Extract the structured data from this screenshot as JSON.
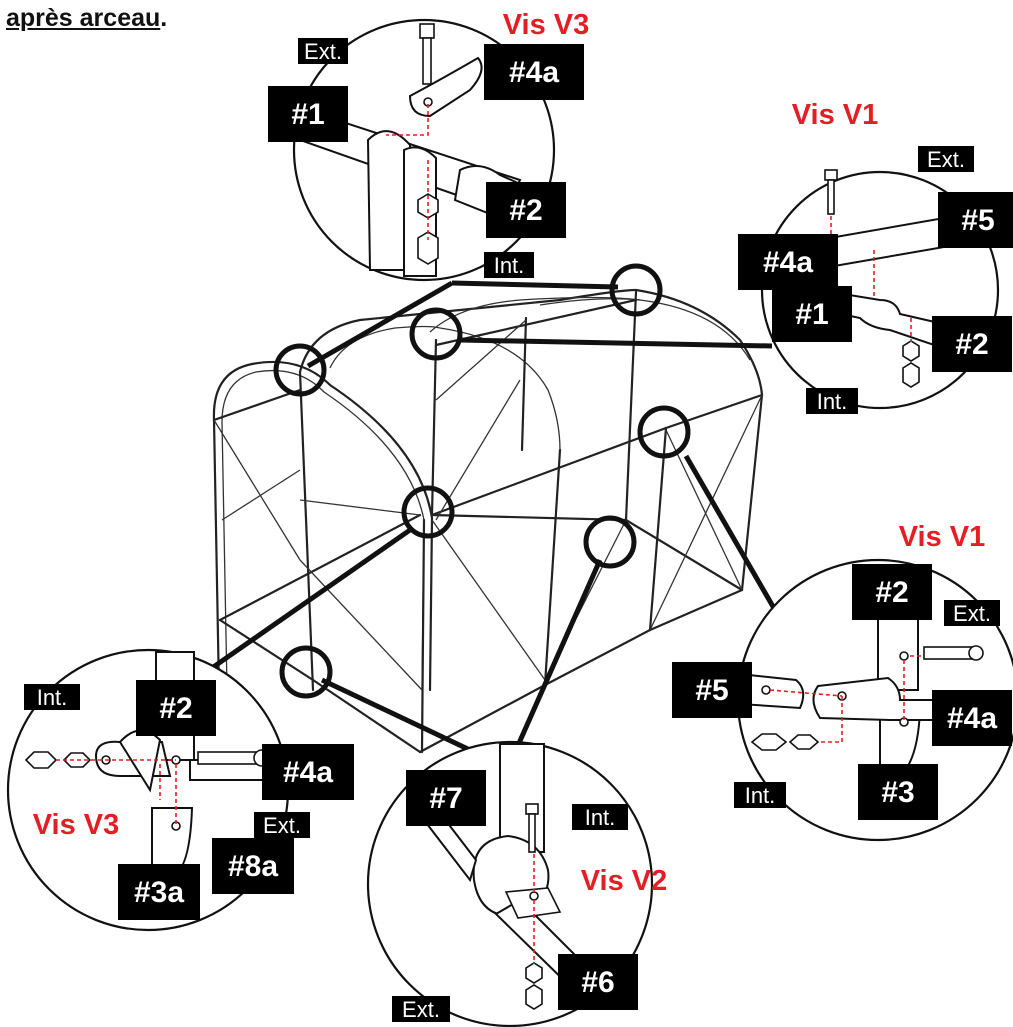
{
  "heading": {
    "text": "après arceau",
    "suffix": "."
  },
  "details": {
    "top": {
      "screw": "Vis V3",
      "outer": "Ext.",
      "inner": "Int.",
      "parts": [
        "#1",
        "#2",
        "#4a"
      ]
    },
    "upper_right": {
      "screw": "Vis V1",
      "outer": "Ext.",
      "inner": "Int.",
      "parts": [
        "#4a",
        "#5",
        "#1",
        "#2"
      ]
    },
    "lower_right": {
      "screw": "Vis V1",
      "outer": "Ext.",
      "inner": "Int.",
      "parts": [
        "#2",
        "#5",
        "#4a",
        "#3"
      ]
    },
    "lower_left": {
      "screw": "Vis V3",
      "outer": "Ext.",
      "inner": "Int.",
      "parts": [
        "#2",
        "#4a",
        "#8a",
        "#3a"
      ]
    },
    "bottom": {
      "screw": "Vis V2",
      "outer": "Ext.",
      "inner": "Int.",
      "parts": [
        "#7",
        "#6"
      ]
    }
  },
  "colors": {
    "screw_label": "#e31e24",
    "part_label_bg": "#000000",
    "line": "#111111"
  }
}
